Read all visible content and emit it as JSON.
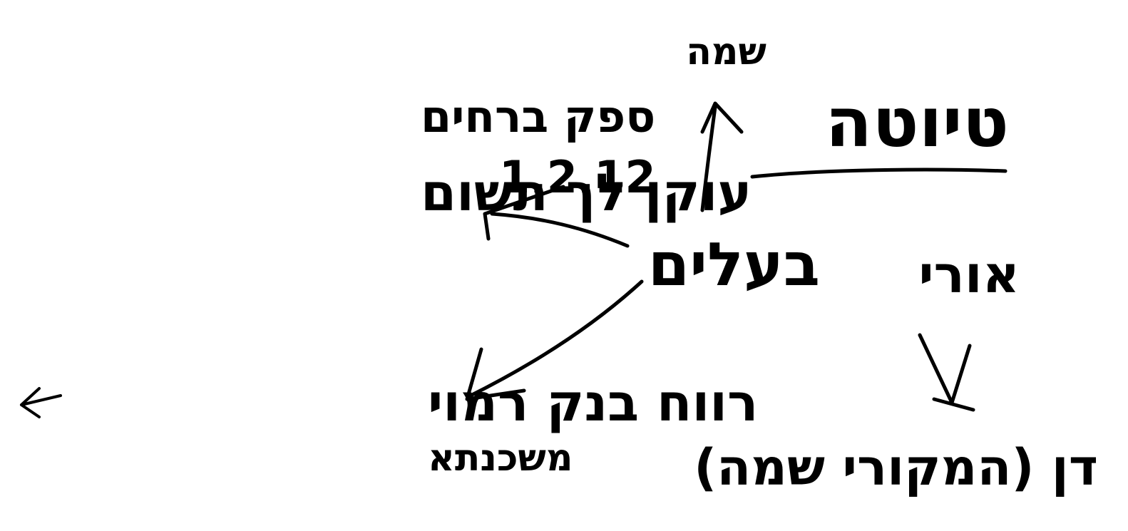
{
  "diagram": {
    "center": "בעלים",
    "top_label": "שמה",
    "title_word": "טיוטה",
    "branch_right": "אורי",
    "branch_bottom": "דן (המקורי שמה)",
    "branch_left_top_line1": "ספק ברחים",
    "branch_left_top_line2": "עוקן לך תשום",
    "branch_left_top_numbers": "1.2.12",
    "branch_left_bottom_line1": "רווח בנק רמוי",
    "branch_left_bottom_line2": "משכנתא"
  },
  "style": {
    "ink_color": "#000000",
    "background": "#ffffff"
  }
}
